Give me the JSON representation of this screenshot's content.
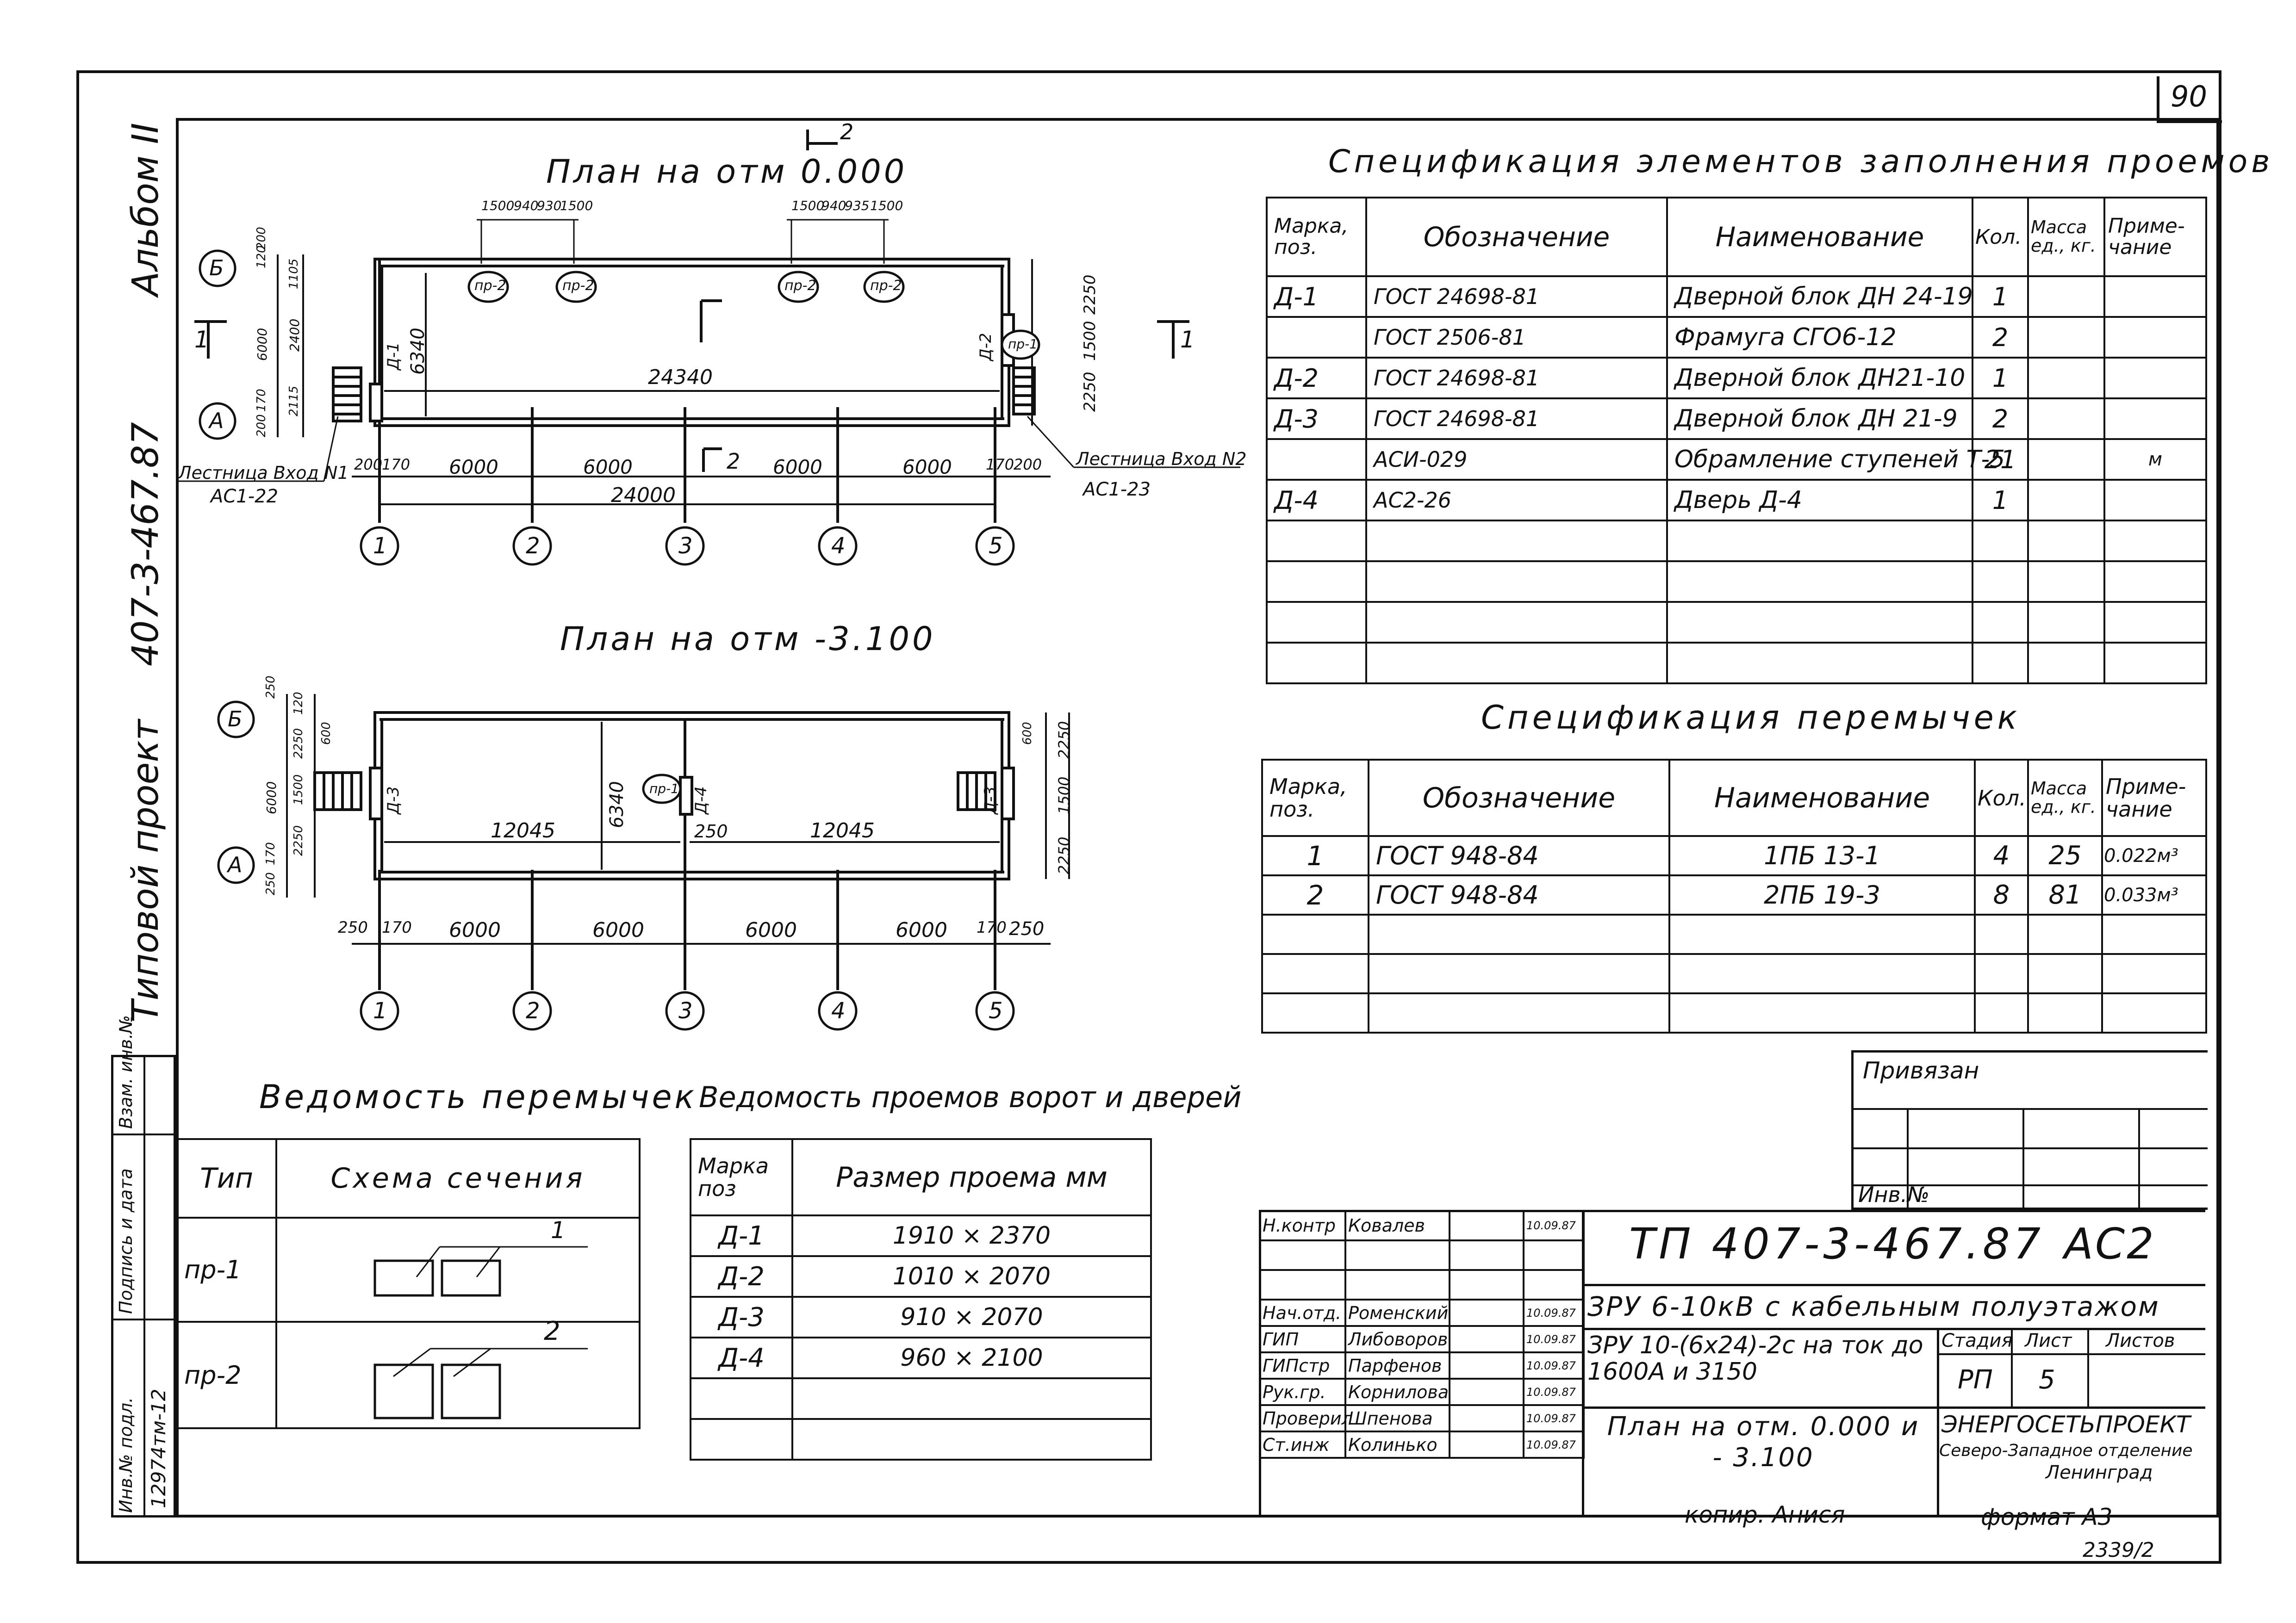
{
  "sheet": {
    "number": "90",
    "album": "Альбом II",
    "project_code": "407-3-467.87",
    "project_type": "Типовой проект",
    "side_stamp": {
      "labels": [
        "Инв.№ подл.",
        "Подпись и дата",
        "Взам. инв.№"
      ],
      "inv_number": "12974тм-12"
    }
  },
  "plan_top": {
    "title": "План на отм 0.000",
    "section_mark": "2",
    "axis_labels": [
      "Б",
      "А"
    ],
    "axis_numbers": [
      "1",
      "2",
      "3",
      "4",
      "5"
    ],
    "section_marks": [
      "1",
      "1",
      "2"
    ],
    "openings": [
      "пр-2",
      "пр-2",
      "пр-2",
      "пр-2",
      "пр-1"
    ],
    "doors": [
      "Д-1",
      "Д-2"
    ],
    "dims_top": [
      "1500",
      "940",
      "930",
      "1500",
      "1500",
      "940",
      "935",
      "1500"
    ],
    "dims_left": [
      "200",
      "120",
      "1105",
      "2400",
      "6000",
      "2115",
      "170",
      "200"
    ],
    "dim_height": "6340",
    "dim_length": "24340",
    "dims_bottom": [
      "200",
      "170",
      "6000",
      "6000",
      "6000",
      "6000",
      "170",
      "200"
    ],
    "dim_total": "24000",
    "dims_right": [
      "2250",
      "1500",
      "2250"
    ],
    "stair_left": {
      "label": "Лестница Вход N1",
      "ref": "АС1-22"
    },
    "stair_right": {
      "label": "Лестница Вход N2",
      "ref": "АС1-23"
    }
  },
  "plan_bottom": {
    "title": "План на отм -3.100",
    "axis_labels": [
      "Б",
      "А"
    ],
    "axis_numbers": [
      "1",
      "2",
      "3",
      "4",
      "5"
    ],
    "doors": [
      "Д-3",
      "Д-4",
      "Д-3"
    ],
    "opening": "пр-1",
    "dims_left": [
      "250",
      "120",
      "600",
      "2250",
      "1500",
      "6000",
      "2250",
      "170",
      "250"
    ],
    "dims_right": [
      "600",
      "2250",
      "1500",
      "2250"
    ],
    "dim_height": "6340",
    "dim_half_left": "12045",
    "dim_half_right": "12045",
    "dim_mid": "250",
    "dims_bottom": [
      "250",
      "170",
      "6000",
      "6000",
      "6000",
      "6000",
      "170",
      "250"
    ]
  },
  "spec_openings": {
    "title": "Спецификация элементов заполнения проемов",
    "headers": [
      "Марка, поз.",
      "Обозначение",
      "Наименование",
      "Кол.",
      "Масса ед., кг.",
      "Приме-чание"
    ],
    "rows": [
      [
        "Д-1",
        "ГОСТ 24698-81",
        "Дверной блок ДН 24-19",
        "1",
        "",
        ""
      ],
      [
        "",
        "ГОСТ 2506-81",
        "Фрамуга СГО6-12",
        "2",
        "",
        ""
      ],
      [
        "Д-2",
        "ГОСТ 24698-81",
        "Дверной блок ДН21-10",
        "1",
        "",
        ""
      ],
      [
        "Д-3",
        "ГОСТ 24698-81",
        "Дверной блок ДН 21-9",
        "2",
        "",
        ""
      ],
      [
        "",
        "АСИ-029",
        "Обрамление ступеней Т-5",
        "21",
        "",
        "м"
      ],
      [
        "Д-4",
        "АС2-26",
        "Дверь Д-4",
        "1",
        "",
        ""
      ],
      [
        "",
        "",
        "",
        "",
        "",
        ""
      ],
      [
        "",
        "",
        "",
        "",
        "",
        ""
      ],
      [
        "",
        "",
        "",
        "",
        "",
        ""
      ],
      [
        "",
        "",
        "",
        "",
        "",
        ""
      ]
    ]
  },
  "spec_lintels": {
    "title": "Спецификация перемычек",
    "headers": [
      "Марка, поз.",
      "Обозначение",
      "Наименование",
      "Кол.",
      "Масса ед., кг.",
      "Приме-чание"
    ],
    "rows": [
      [
        "1",
        "ГОСТ 948-84",
        "1ПБ 13-1",
        "4",
        "25",
        "0.022м³"
      ],
      [
        "2",
        "ГОСТ 948-84",
        "2ПБ 19-3",
        "8",
        "81",
        "0.033м³"
      ],
      [
        "",
        "",
        "",
        "",
        "",
        ""
      ],
      [
        "",
        "",
        "",
        "",
        "",
        ""
      ],
      [
        "",
        "",
        "",
        "",
        "",
        ""
      ]
    ]
  },
  "lintel_list": {
    "title": "Ведомость перемычек",
    "headers": [
      "Тип",
      "Схема сечения"
    ],
    "rows": [
      {
        "type": "пр-1",
        "callout": "1"
      },
      {
        "type": "пр-2",
        "callout": "2"
      }
    ]
  },
  "door_list": {
    "title": "Ведомость проемов ворот и дверей",
    "headers": [
      "Марка поз",
      "Размер проема мм"
    ],
    "rows": [
      [
        "Д-1",
        "1910 × 2370"
      ],
      [
        "Д-2",
        "1010 × 2070"
      ],
      [
        "Д-3",
        "910 × 2070"
      ],
      [
        "Д-4",
        "960 × 2100"
      ],
      [
        "",
        ""
      ],
      [
        "",
        ""
      ]
    ]
  },
  "binding": {
    "label": "Привязан",
    "inv_label": "Инв.№"
  },
  "title_block": {
    "code": "ТП 407-3-467.87",
    "section": "АС2",
    "subtitle": "ЗРУ 6-10кВ с кабельным полуэтажом",
    "description": "ЗРУ 10-(6х24)-2с на ток до 1600А и 3150",
    "drawing_title": "План на отм. 0.000 и - 3.100",
    "stage_label": "Стадия",
    "sheet_label": "Лист",
    "sheets_label": "Листов",
    "stage": "РП",
    "sheet_no": "5",
    "sheets_total": "",
    "org_name": "ЭНЕРГОСЕТЬПРОЕКТ",
    "org_branch": "Северо-Западное отделение",
    "org_city": "Ленинград",
    "staff": [
      {
        "role": "Н.контр",
        "name": "Ковалев",
        "date": "10.09.87"
      },
      {
        "role": "",
        "name": "",
        "date": ""
      },
      {
        "role": "",
        "name": "",
        "date": ""
      },
      {
        "role": "Нач.отд.",
        "name": "Роменский",
        "date": "10.09.87"
      },
      {
        "role": "ГИП",
        "name": "Либоворов",
        "date": "10.09.87"
      },
      {
        "role": "ГИПстр",
        "name": "Парфенов",
        "date": "10.09.87"
      },
      {
        "role": "Рук.гр.",
        "name": "Корнилова",
        "date": "10.09.87"
      },
      {
        "role": "Проверил",
        "name": "Шпенова",
        "date": "10.09.87"
      },
      {
        "role": "Ст.инж",
        "name": "Колинько",
        "date": "10.09.87"
      }
    ]
  },
  "footer": {
    "copier": "копир. Анися",
    "format": "формат А3",
    "archive": "2339/2"
  }
}
